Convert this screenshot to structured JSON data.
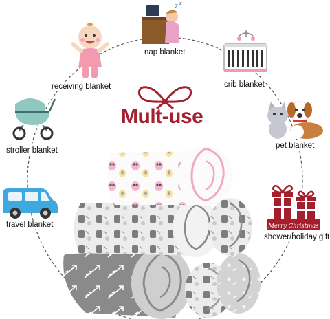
{
  "title": "Mult-use",
  "uses": {
    "nap": "nap blanket",
    "receiving": "receiving blanket",
    "crib": "crib blanket",
    "stroller": "stroller blanket",
    "pet": "pet blanket",
    "travel": "travel  blanket",
    "shower": "shower/holiday gift"
  },
  "gift_banner_text": "Merry Christmas",
  "icons": {
    "nap": "person-napping-at-desk-icon",
    "receiving": "baby-icon",
    "crib": "crib-icon",
    "stroller": "baby-stroller-icon",
    "pet": "cat-and-dog-icon",
    "travel": "car-icon",
    "shower": "gift-boxes-icon"
  },
  "colors": {
    "title": "#a32130",
    "gift": "#a31f2d",
    "stroller": "#8fc7c1",
    "car": "#3fa9df",
    "orbit": "#555555"
  }
}
